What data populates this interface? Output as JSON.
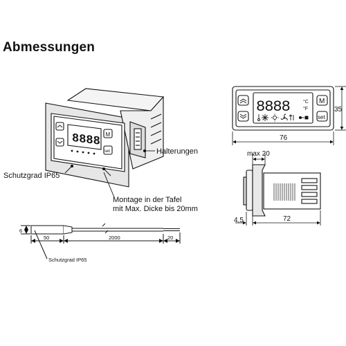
{
  "title": "Abmessungen",
  "labels": {
    "protection": "Schutzgrad IP65",
    "brackets": "Halterungen",
    "mount_line1": "Montage in der Tafel",
    "mount_line2": "mit Max. Dicke bis 20mm",
    "sensor_protection": "Schutzgrad IP65"
  },
  "display": {
    "digits": "8888",
    "unit_c": "°C",
    "unit_f": "°F",
    "btn_m": "M",
    "btn_set": "set"
  },
  "dimensions": {
    "front_width": "76",
    "front_height": "35",
    "side_depth": "72",
    "side_front": "4,5",
    "panel_max": "max 20",
    "sensor_dia": "6",
    "sensor_probe": "50",
    "sensor_cable": "2000",
    "sensor_wires": "20"
  },
  "colors": {
    "line": "#111111",
    "panel": "#e6e6e6",
    "bg": "#ffffff"
  }
}
